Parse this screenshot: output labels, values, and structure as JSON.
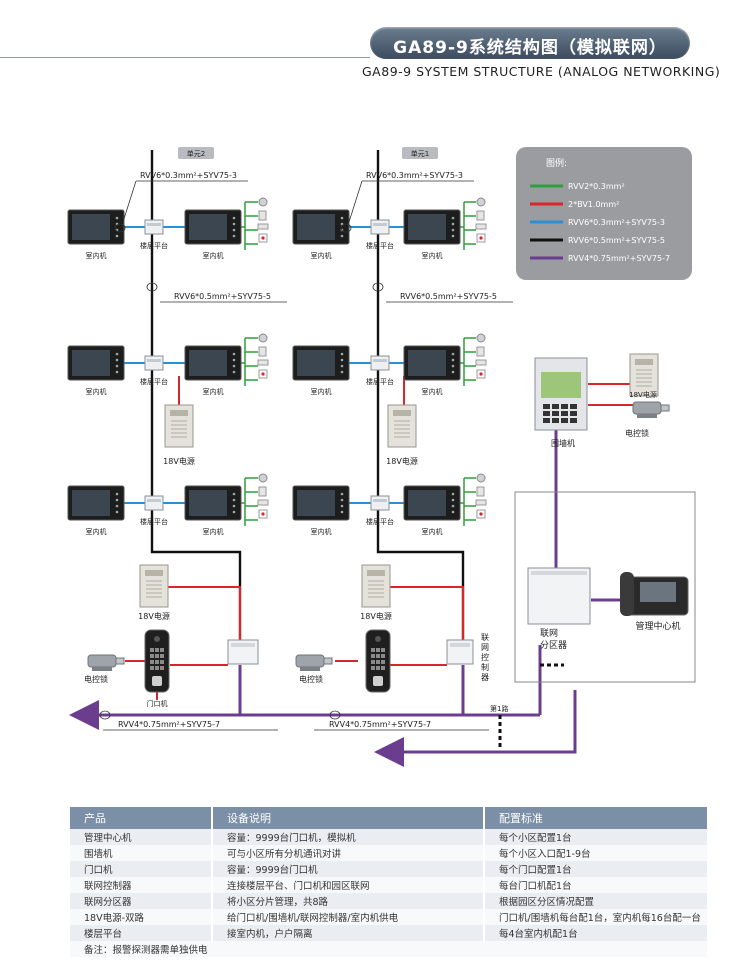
{
  "header": {
    "title_cn": "GA89-9系统结构图（模拟联网）",
    "title_en": "GA89-9 SYSTEM STRUCTURE (ANALOG NETWORKING)"
  },
  "diagram": {
    "units": [
      "单元2",
      "单元1"
    ],
    "cables": {
      "top": "RVV6*0.3mm²+SYV75-3",
      "riser": "RVV6*0.5mm²+SYV75-5",
      "network": "RVV4*0.75mm²+SYV75-7"
    },
    "labels": {
      "indoor": "室内机",
      "floor_platform": "楼层平台",
      "power": "18V电源",
      "lock": "电控锁",
      "door_station": "门口机",
      "network_controller": "联网控制器",
      "wall_station": "围墙机",
      "router": "联网分区器",
      "management": "管理中心机",
      "route1": "第1路"
    },
    "legend": {
      "title": "图例:",
      "items": [
        {
          "label": "RVV2*0.3mm²",
          "color": "#2e9e3e"
        },
        {
          "label": "2*BV1.0mm²",
          "color": "#d8262b"
        },
        {
          "label": "RVV6*0.3mm²+SYV75-3",
          "color": "#2a8fd4"
        },
        {
          "label": "RVV6*0.5mm²+SYV75-5",
          "color": "#111111"
        },
        {
          "label": "RVV4*0.75mm²+SYV75-7",
          "color": "#6b3d8f"
        }
      ]
    }
  },
  "table": {
    "headers": [
      "产品",
      "设备说明",
      "配置标准"
    ],
    "rows": [
      [
        "管理中心机",
        "容量：9999台门口机，模拟机",
        "每个小区配置1台"
      ],
      [
        "围墙机",
        "可与小区所有分机通讯对讲",
        "每个小区入口配1-9台"
      ],
      [
        "门口机",
        "容量：9999台门口机",
        "每个门口配置1台"
      ],
      [
        "联网控制器",
        "连接楼层平台、门口机和园区联网",
        "每台门口机配1台"
      ],
      [
        "联网分区器",
        "将小区分片管理，共8路",
        "根据园区分区情况配置"
      ],
      [
        "18V电源-双路",
        "给门口机/围墙机/联网控制器/室内机供电",
        "门口机/围墙机每台配1台，室内机每16台配一台"
      ],
      [
        "楼层平台",
        "接室内机，户户隔离",
        "每4台室内机配1台"
      ]
    ],
    "note": "备注：报警探测器需单独供电"
  }
}
